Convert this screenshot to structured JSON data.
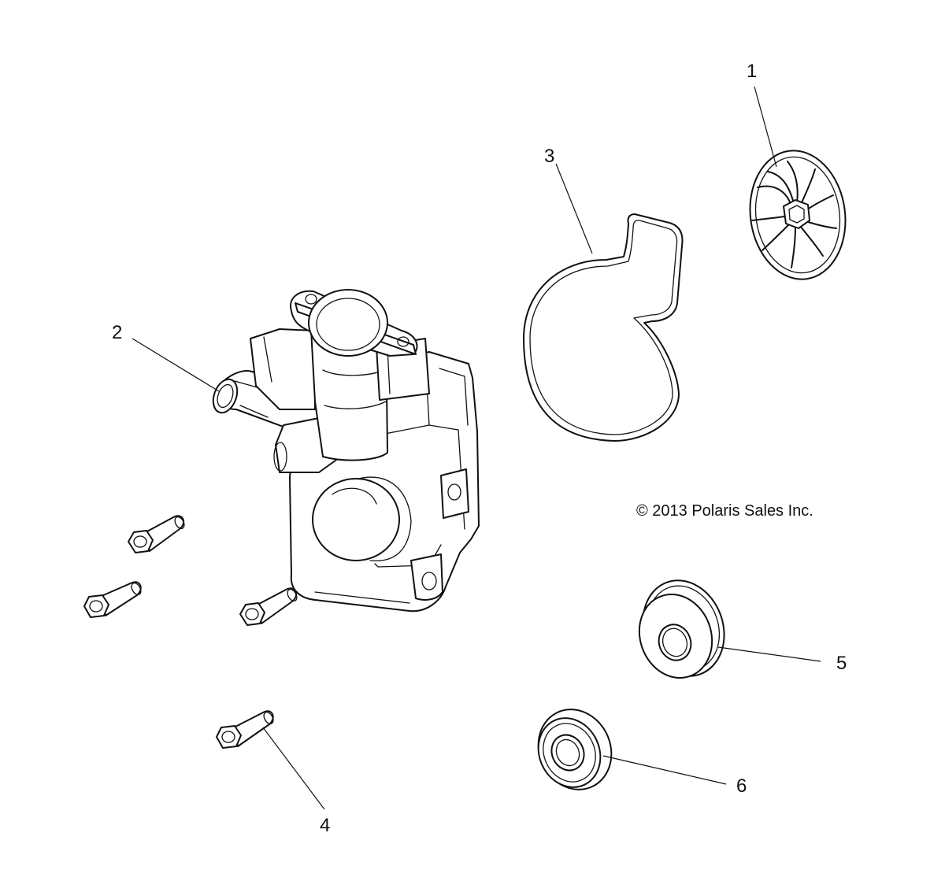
{
  "copyright": "© 2013 Polaris Sales Inc.",
  "callouts": [
    {
      "id": "1",
      "label": "1",
      "part": "impeller"
    },
    {
      "id": "2",
      "label": "2",
      "part": "pump-housing"
    },
    {
      "id": "3",
      "label": "3",
      "part": "gasket"
    },
    {
      "id": "4",
      "label": "4",
      "part": "bolt"
    },
    {
      "id": "5",
      "label": "5",
      "part": "seal-large"
    },
    {
      "id": "6",
      "label": "6",
      "part": "seal-small"
    }
  ],
  "colors": {
    "line": "#111111",
    "background": "#ffffff"
  }
}
